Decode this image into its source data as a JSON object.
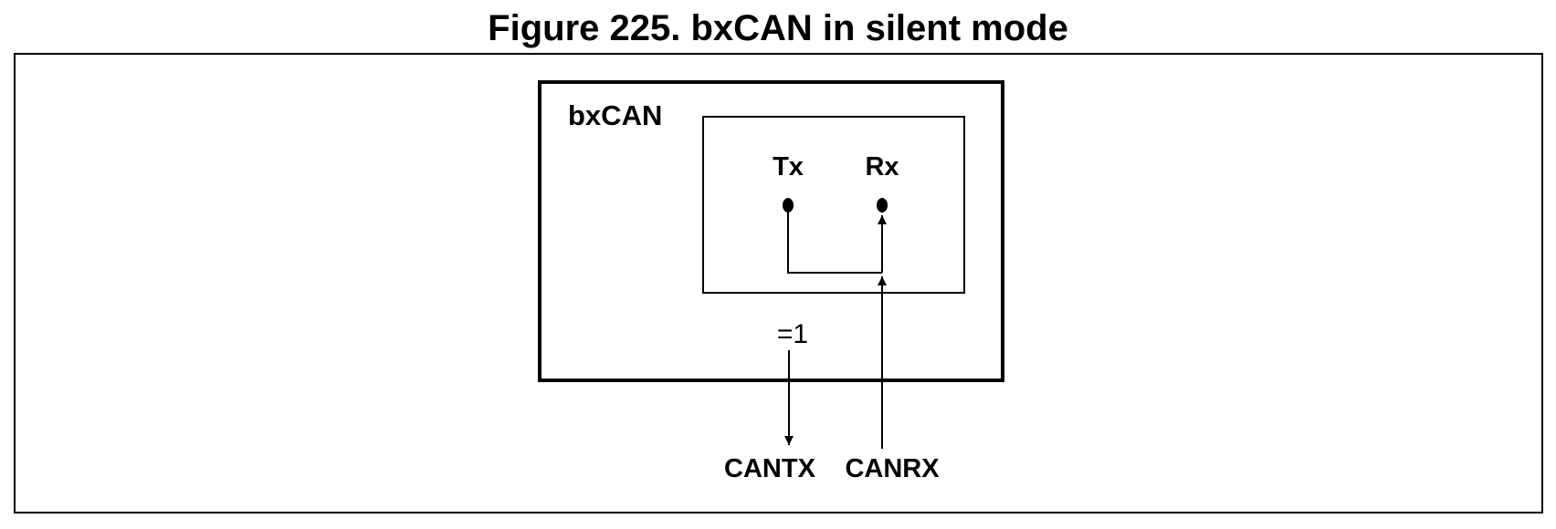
{
  "figure": {
    "title": "Figure 225. bxCAN in silent mode"
  },
  "diagram": {
    "block_label": "bxCAN",
    "tx_label": "Tx",
    "rx_label": "Rx",
    "logic_label": "=1",
    "cantx_label": "CANTX",
    "canrx_label": "CANRX"
  }
}
